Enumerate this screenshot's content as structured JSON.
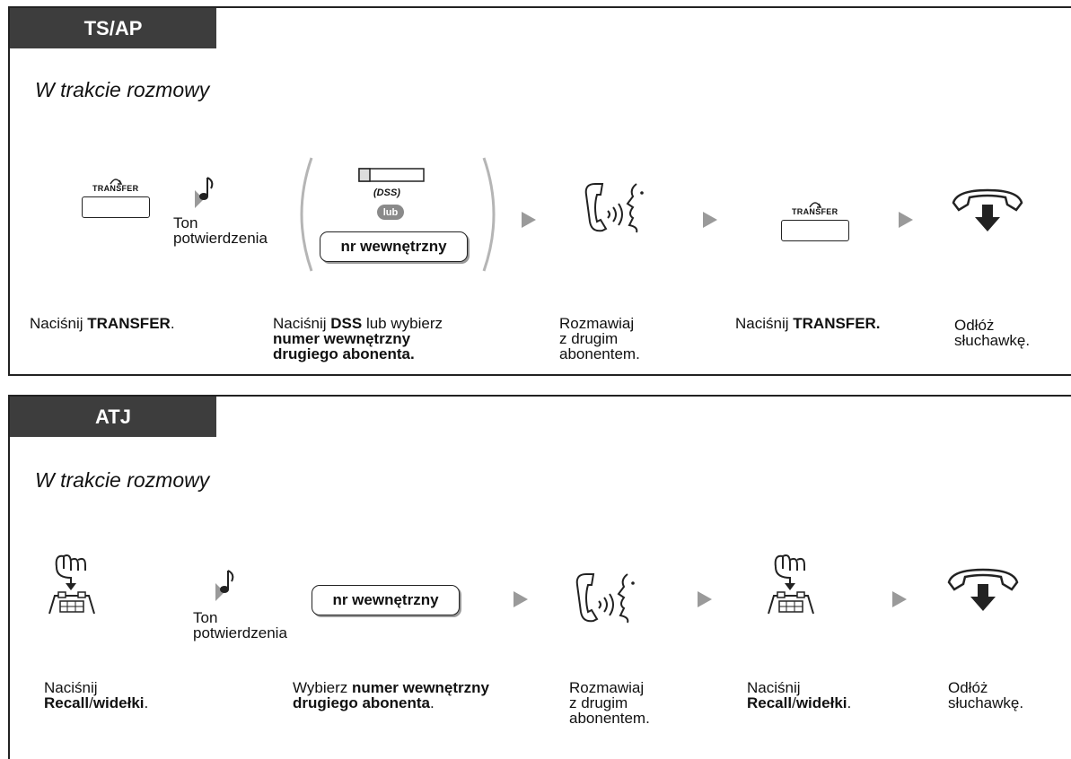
{
  "panel1": {
    "tab": "TS/AP",
    "subheading": "W trakcie rozmowy",
    "transfer_key": "TRANSFER",
    "tone": "Ton\npotwierdzenia",
    "dss_label": "(DSS)",
    "lub": "lub",
    "ext_box": "nr wewnętrzny",
    "captions": {
      "c1": [
        "Naciśnij ",
        "TRANSFER",
        "."
      ],
      "c2": [
        "Naciśnij ",
        "DSS",
        " lub wybierz",
        "numer wewnętrzny",
        "drugiego abonenta."
      ],
      "c3": [
        "Rozmawiaj",
        "z drugim",
        "abonentem."
      ],
      "c4": [
        "Naciśnij ",
        "TRANSFER."
      ],
      "c5": [
        "Odłóż",
        "słuchawkę."
      ]
    }
  },
  "panel2": {
    "tab": "ATJ",
    "subheading": "W trakcie rozmowy",
    "tone": "Ton\npotwierdzenia",
    "ext_box": "nr wewnętrzny",
    "captions": {
      "c1": [
        "Naciśnij",
        "Recall",
        "/",
        "widełki",
        "."
      ],
      "c2": [
        "Wybierz ",
        "numer wewnętrzny",
        "drugiego abonenta",
        "."
      ],
      "c3": [
        "Rozmawiaj",
        "z drugim",
        "abonentem."
      ],
      "c4": [
        "Naciśnij",
        "Recall",
        "/",
        "widełki",
        "."
      ],
      "c5": [
        "Odłóż",
        "słuchawkę."
      ]
    }
  }
}
